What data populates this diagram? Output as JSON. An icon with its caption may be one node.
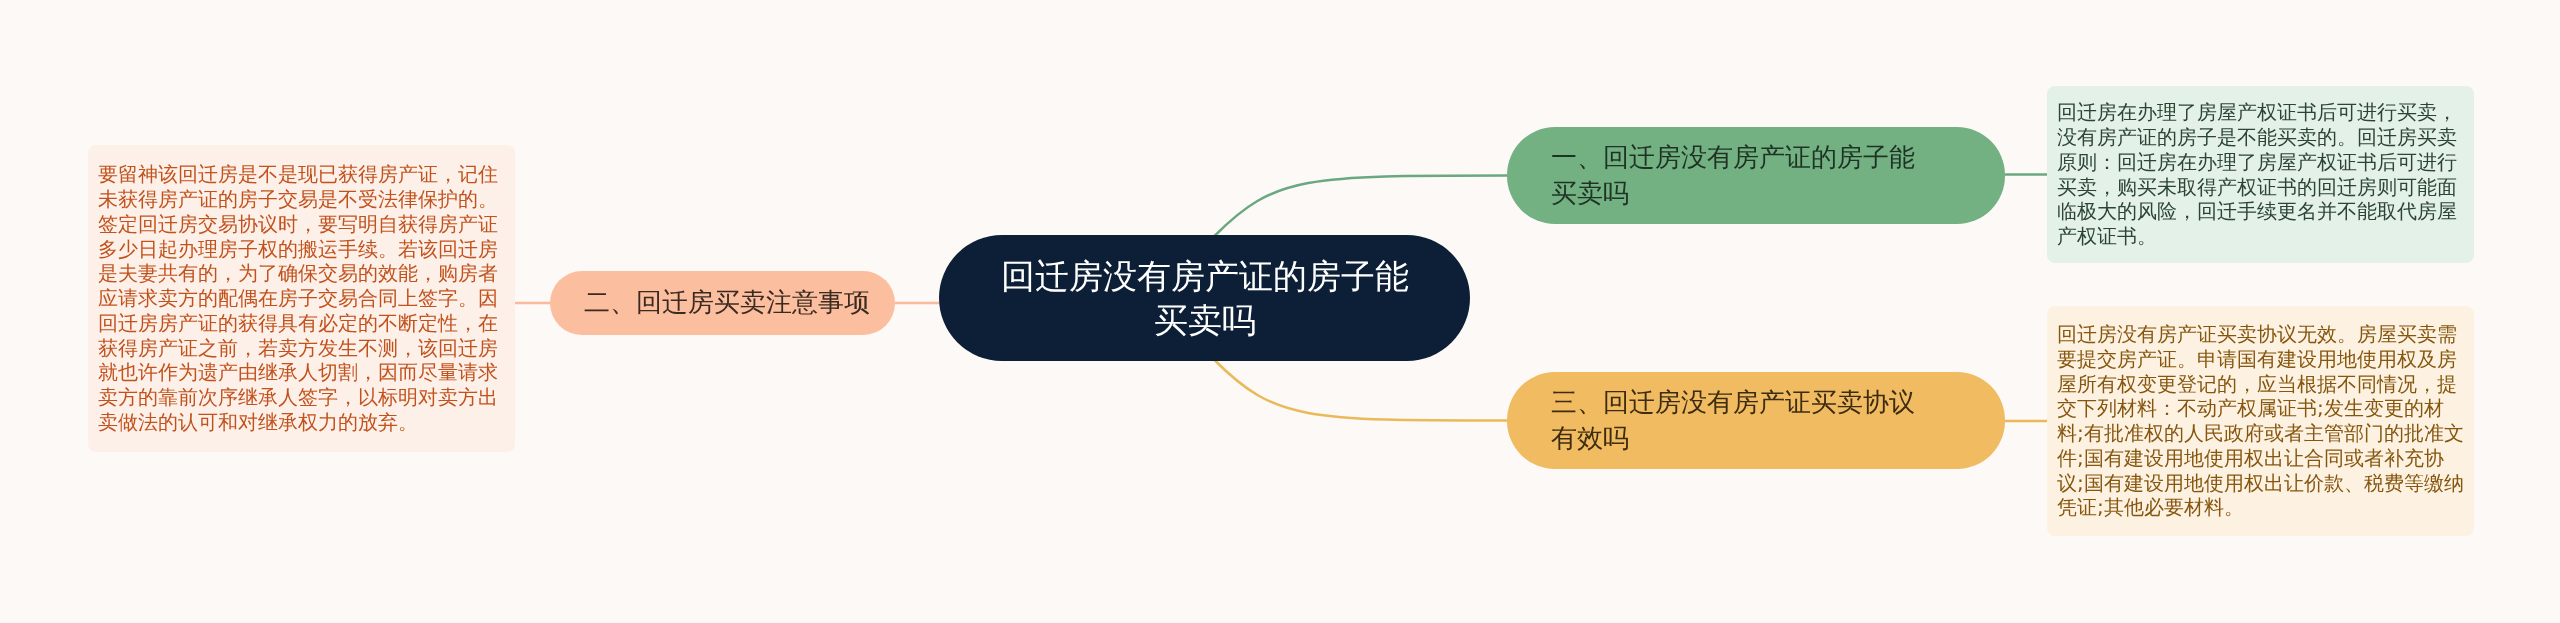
{
  "diagram": {
    "nodes": [
      {
        "text": [
          "回迁房没有房产证的房子能买卖吗"
        ]
      },
      {
        "text": [
          "一、回迁房没有房产证的房子能买卖吗"
        ]
      },
      {
        "text": [
          "回迁房在办理了房屋产权证书后可进行买卖，没有房产证的房子是不能买卖的。回迁房买卖原则：回迁房在办理了房屋产权证书后可进行买卖，购买未取得产权证书的回迁房则可能面临极大的风险，回迁手续更名并不能取代房屋产权证书。"
        ]
      },
      {
        "text": [
          "二、回迁房买卖注意事项"
        ]
      },
      {
        "text": [
          "要留神该回迁房是不是现已获得房产证，记住未获得房产证的房子交易是不受法律保护的。签定回迁房交易协议时，要写明自获得房产证多少日起办理房子权的搬运手续。若该回迁房是夫妻共有的，为了确保交易的效能，购房者应请求卖方的配偶在房子交易合同上签字。因回迁房房产证的获得具有必定的不断定性，在获得房产证之前，若卖方发生不测，该回迁房就也许作为遗产由继承人切割，因而尽量请求卖方的靠前次序继承人签字，以标明对卖方出卖做法的认可和对继承权力的放弃。"
        ]
      },
      {
        "text": [
          "三、回迁房没有房产证买卖协议有效吗"
        ]
      },
      {
        "text": [
          "回迁房没有房产证买卖协议无效。房屋买卖需要提交房产证。申请国有建设用地使用权及房屋所有权变更登记的，应当根据不同情况，提交下列材料：不动产权属证书;发生变更的材料;有批准权的人民政府或者主管部门的批准文件;国有建设用地使用权出让合同或者补充协议;国有建设用地使用权出让价款、税费等缴纳凭证;其他必要材料。"
        ]
      }
    ],
    "edges": [
      {
        "from": 0,
        "to": 1,
        "arrow": "none",
        "color": "#6aa880"
      },
      {
        "from": 1,
        "to": 2,
        "arrow": "none",
        "color": "#6aa880"
      },
      {
        "from": 0,
        "to": 3,
        "arrow": "none",
        "color": "#f8bb9c"
      },
      {
        "from": 3,
        "to": 4,
        "arrow": "none",
        "color": "#f8bb9c"
      },
      {
        "from": 0,
        "to": 5,
        "arrow": "none",
        "color": "#e9b95a"
      },
      {
        "from": 5,
        "to": 6,
        "arrow": "none",
        "color": "#e9b95a"
      }
    ]
  }
}
